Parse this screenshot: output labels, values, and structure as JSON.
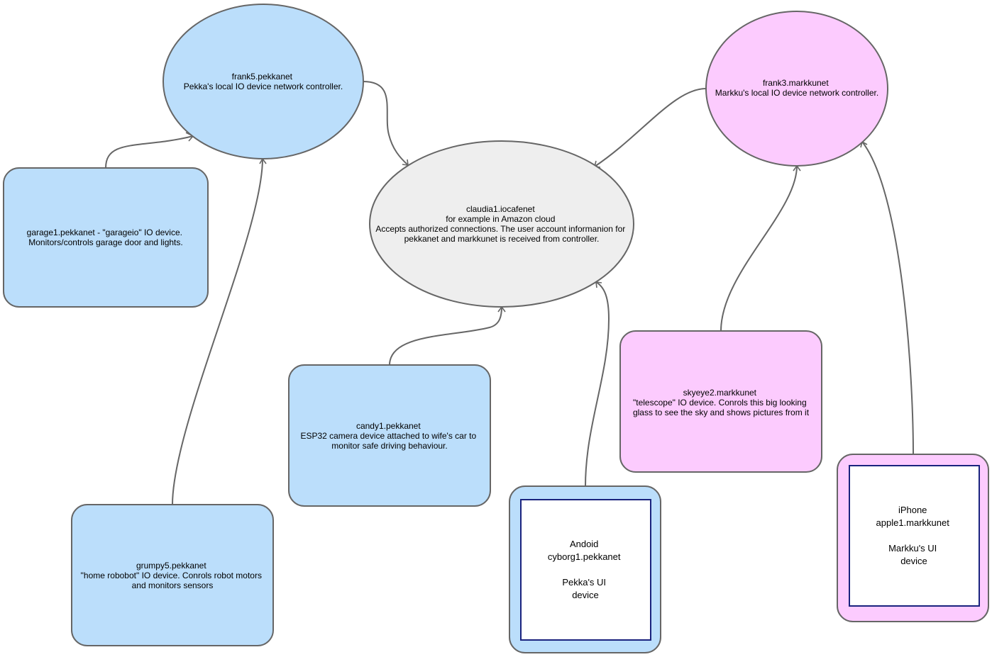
{
  "colors": {
    "pekkanet_fill": "#bbdefb",
    "markkunet_fill": "#fccbfe",
    "cloud_fill": "#eeeeee",
    "outline": "#666666",
    "inner_border": "#1a237e",
    "edge": "#666666"
  },
  "nodes": {
    "frank5": {
      "lines": [
        "frank5.pekkanet",
        "Pekka's local IO device network controller."
      ]
    },
    "frank3": {
      "lines": [
        "frank3.markkunet",
        "Markku's local IO device network controller."
      ]
    },
    "claudia1": {
      "lines": [
        "claudia1.iocafenet",
        "for example in Amazon cloud",
        "Accepts authorized connections. The user account informanion for",
        "pekkanet and markkunet is received from controller."
      ]
    },
    "garage1": {
      "lines": [
        "garage1.pekkanet - \"garageio\" IO device.",
        "Monitors/controls garage door and lights."
      ]
    },
    "grumpy5": {
      "lines": [
        "grumpy5.pekkanet",
        "\"home robobot\" IO device. Conrols robot motors",
        "and monitors sensors"
      ]
    },
    "candy1": {
      "lines": [
        "candy1.pekkanet",
        "ESP32 camera device attached to wife's car to",
        "monitor safe driving behaviour."
      ]
    },
    "cyborg1": {
      "lines": [
        "Andoid",
        "cyborg1.pekkanet",
        "",
        "Pekka's UI",
        "device"
      ]
    },
    "skyeye2": {
      "lines": [
        "skyeye2.markkunet",
        "\"telescope\" IO device. Conrols this big looking",
        "glass to see the sky and shows pictures from it"
      ]
    },
    "apple1": {
      "lines": [
        "iPhone",
        "apple1.markkunet",
        "",
        "Markku's UI",
        "device"
      ]
    }
  },
  "edges": [
    {
      "from": "garage1",
      "to": "frank5"
    },
    {
      "from": "grumpy5",
      "to": "frank5"
    },
    {
      "from": "frank5",
      "to": "claudia1"
    },
    {
      "from": "frank3",
      "to": "claudia1"
    },
    {
      "from": "candy1",
      "to": "claudia1"
    },
    {
      "from": "cyborg1",
      "to": "claudia1"
    },
    {
      "from": "skyeye2",
      "to": "frank3"
    },
    {
      "from": "apple1",
      "to": "frank3"
    }
  ]
}
